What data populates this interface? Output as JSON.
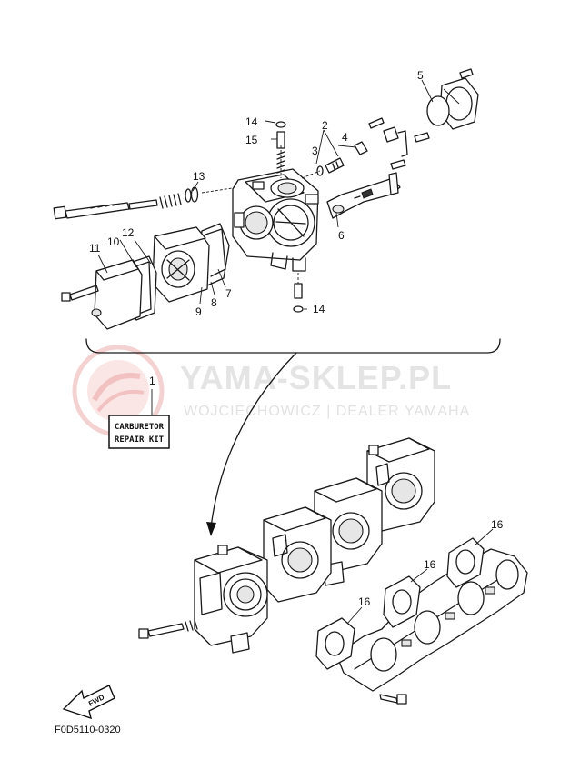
{
  "callouts": {
    "n1": "1",
    "n2": "2",
    "n3": "3",
    "n4": "4",
    "n5": "5",
    "n6": "6",
    "n7": "7",
    "n8": "8",
    "n9": "9",
    "n10": "10",
    "n11": "11",
    "n12": "12",
    "n13": "13",
    "n14a": "14",
    "n14b": "14",
    "n15": "15",
    "n16a": "16",
    "n16b": "16",
    "n16c": "16"
  },
  "kit_label": {
    "line1": "CARBURETOR",
    "line2": "REPAIR KIT"
  },
  "watermark": {
    "title": "YAMA-SKLEP.PL",
    "subtitle": "WOJCIECHOWICZ | DEALER YAMAHA",
    "color": "#e8e8e8",
    "logo_color": "#f3c9c9"
  },
  "fwd_label": "FWD",
  "diagram_code": "F0D5110-0320"
}
